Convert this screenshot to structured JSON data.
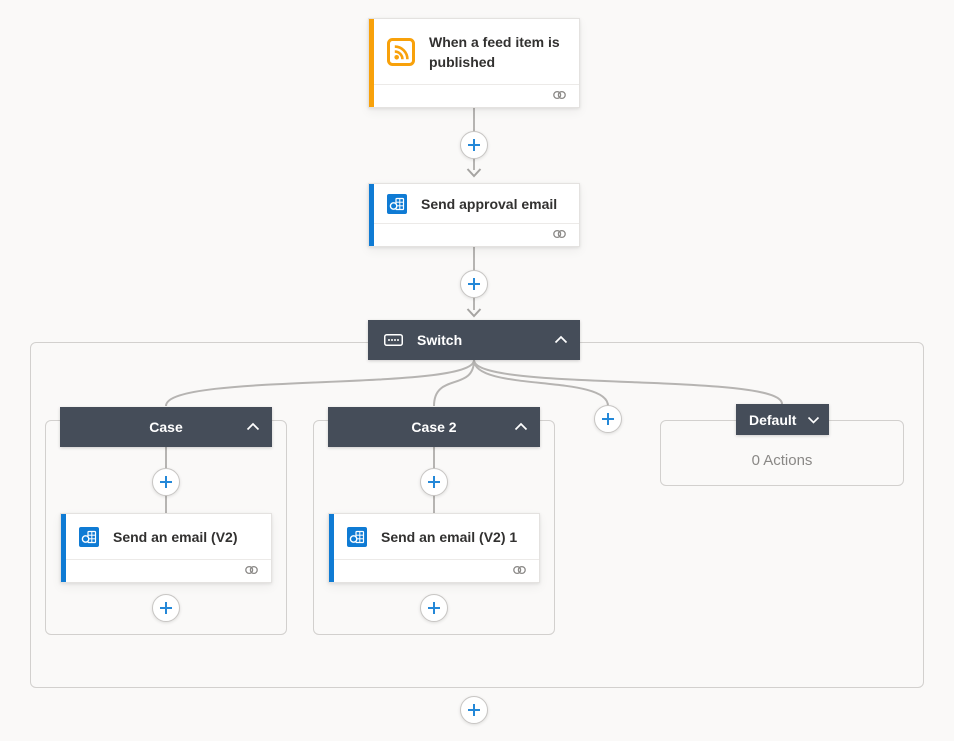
{
  "flow": {
    "trigger": {
      "title": "When a feed item is published",
      "icon": "rss-icon"
    },
    "approval": {
      "title": "Send approval email",
      "icon": "outlook-icon"
    },
    "switch": {
      "label": "Switch",
      "icon": "switch-icon",
      "state": "expanded"
    },
    "branches": [
      {
        "label": "Case",
        "action": {
          "title": "Send an email (V2)",
          "icon": "outlook-icon"
        }
      },
      {
        "label": "Case 2",
        "action": {
          "title": "Send an email (V2) 1",
          "icon": "outlook-icon"
        }
      }
    ],
    "default_branch": {
      "label": "Default",
      "empty_text": "0 Actions",
      "state": "collapsed"
    }
  },
  "colors": {
    "canvas": "#FAF9F8",
    "dark": "#454D59",
    "orange": "#F8A10A",
    "blue": "#0F7BD4",
    "plus-blue": "#2488D8",
    "line": "#B6B4B2",
    "border": "#D2D0CE",
    "muted": "#8A8886"
  }
}
